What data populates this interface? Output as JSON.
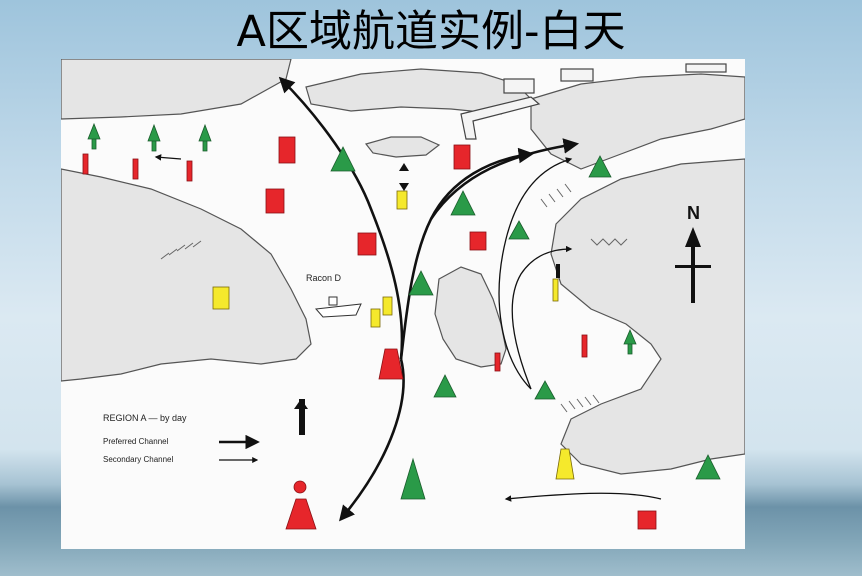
{
  "slide": {
    "title": "A区域航道实例-白天"
  },
  "chart": {
    "legend_title": "REGION A — by day",
    "legend_items": [
      {
        "label": "Preferred Channel",
        "style": "thick-arrow"
      },
      {
        "label": "Secondary Channel",
        "style": "thin-arrow"
      }
    ],
    "racon_label": "Racon D",
    "north_label": "N"
  },
  "colors": {
    "port_red": "#e6262b",
    "starboard_green": "#2a9a48",
    "yellow": "#f5e92c",
    "land": "#e6e6e6"
  }
}
